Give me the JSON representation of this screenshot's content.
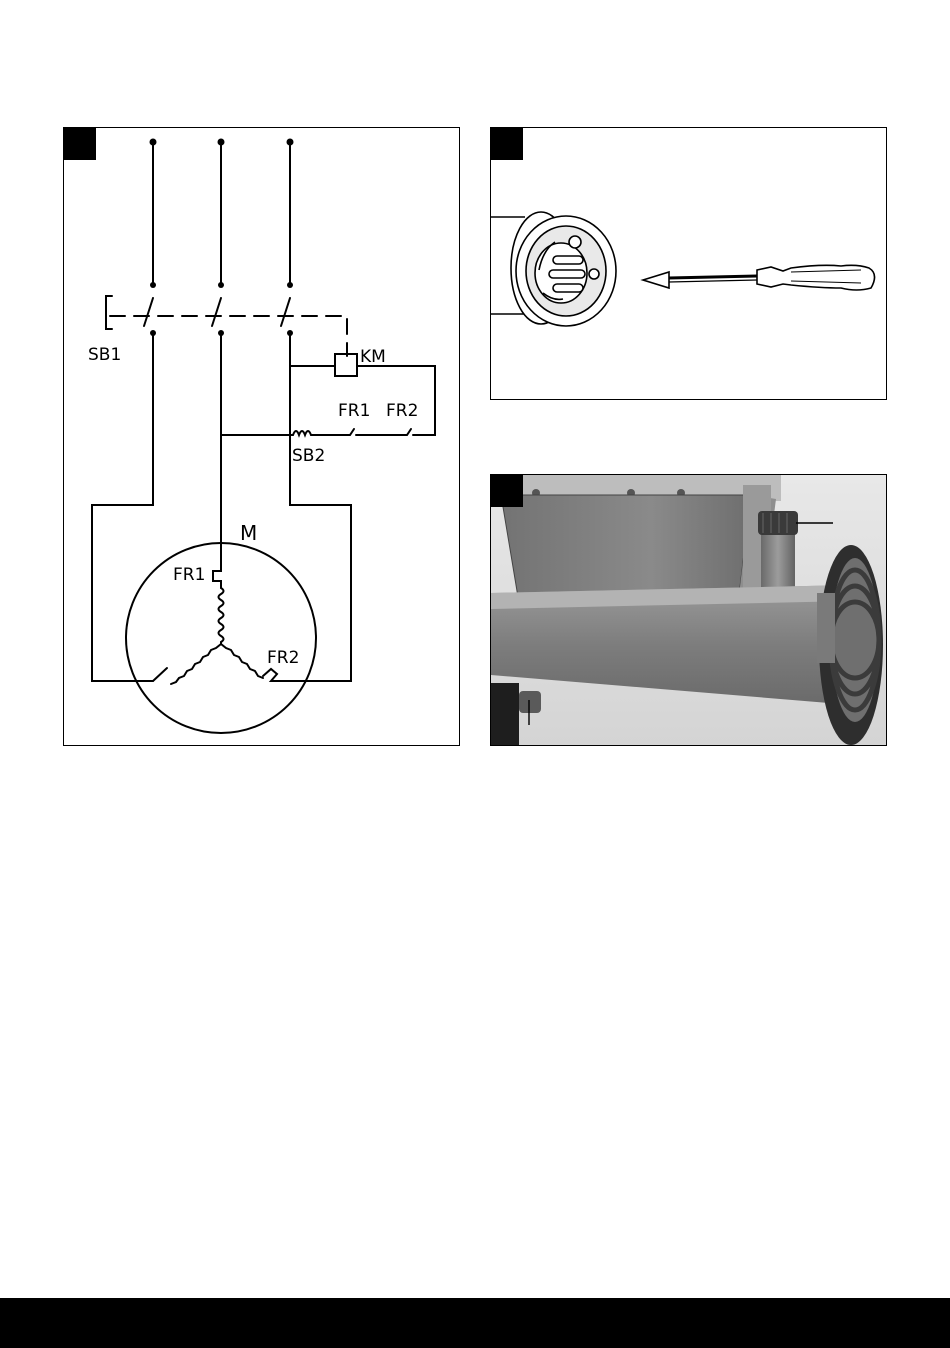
{
  "figures": [
    {
      "id": "circuit",
      "labels": {
        "sb1": "SB1",
        "km": "KM",
        "fr1_contact": "FR1",
        "fr2_contact": "FR2",
        "sb2": "SB2",
        "motor": "M",
        "fr1_winding": "FR1",
        "fr2_winding": "FR2"
      }
    },
    {
      "id": "plug-and-screwdriver"
    },
    {
      "id": "machine-photo"
    }
  ],
  "colors": {
    "line": "#000000",
    "paper": "#ffffff",
    "photo_frame": "#7a7a7a"
  }
}
